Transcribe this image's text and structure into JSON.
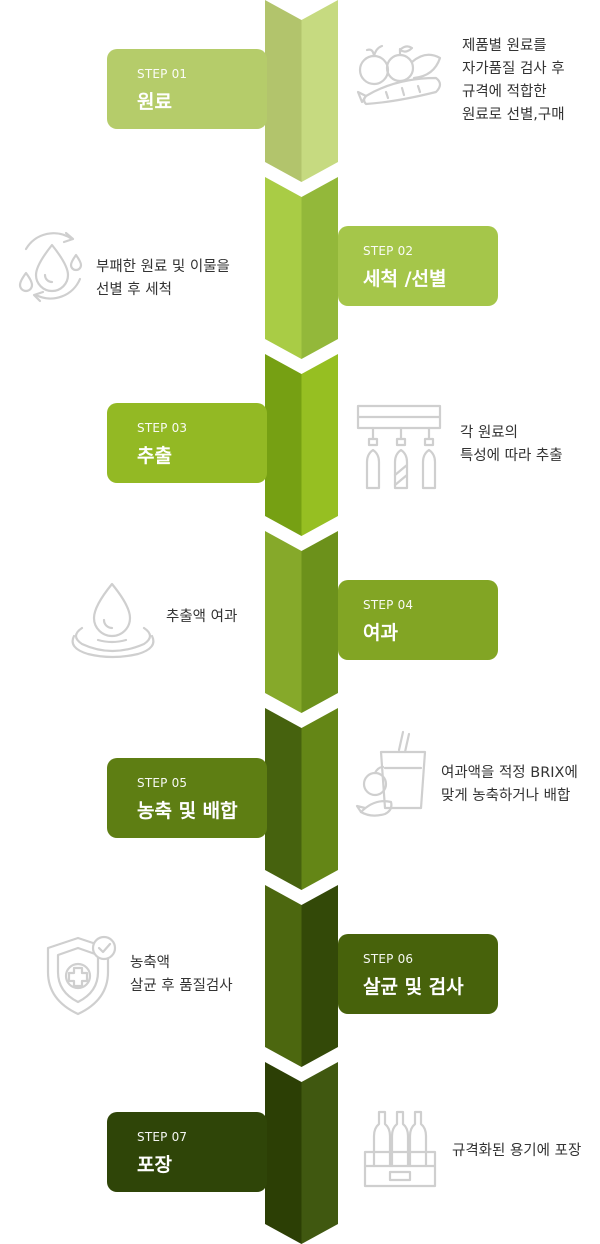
{
  "steps": [
    {
      "label": "STEP 01",
      "title": "원료",
      "desc": "제품별 원료를\n자가품질 검사 후\n규격에 적합한\n원료로 선별,구매",
      "icon": "vegetables-icon",
      "colors": {
        "box": "#b5cc6a",
        "left": "#b2c46c",
        "right": "#c6da80"
      }
    },
    {
      "label": "STEP 02",
      "title": "세척 /선별",
      "desc": "부패한 원료 및 이물을\n선별 후 세척",
      "icon": "water-recycle-icon",
      "colors": {
        "box": "#a5c64a",
        "left": "#a9cc45",
        "right": "#93b83a"
      }
    },
    {
      "label": "STEP 03",
      "title": "추출",
      "desc": "각 원료의\n특성에 따라 추출",
      "icon": "extraction-machine-icon",
      "colors": {
        "box": "#93b924",
        "left": "#76a013",
        "right": "#96bf22"
      }
    },
    {
      "label": "STEP 04",
      "title": "여과",
      "desc": "추출액 여과",
      "icon": "water-drop-icon",
      "colors": {
        "box": "#82a524",
        "left": "#86a92a",
        "right": "#6c911b"
      }
    },
    {
      "label": "STEP 05",
      "title": "농축 및 배합",
      "desc": "여과액을 적정 BRIX에\n맞게 농축하거나 배합",
      "icon": "juice-icon",
      "colors": {
        "box": "#5e7e13",
        "left": "#46620e",
        "right": "#648616"
      }
    },
    {
      "label": "STEP 06",
      "title": "살균 및 검사",
      "desc": "농축액\n살균 후 품질검사",
      "icon": "shield-check-icon",
      "colors": {
        "box": "#47620b",
        "left": "#4c670f",
        "right": "#334908"
      }
    },
    {
      "label": "STEP 07",
      "title": "포장",
      "desc": "규격화된 용기에 포장",
      "icon": "bottle-crate-icon",
      "colors": {
        "box": "#2f4508",
        "left": "#2c3f05",
        "right": "#405810"
      }
    }
  ]
}
